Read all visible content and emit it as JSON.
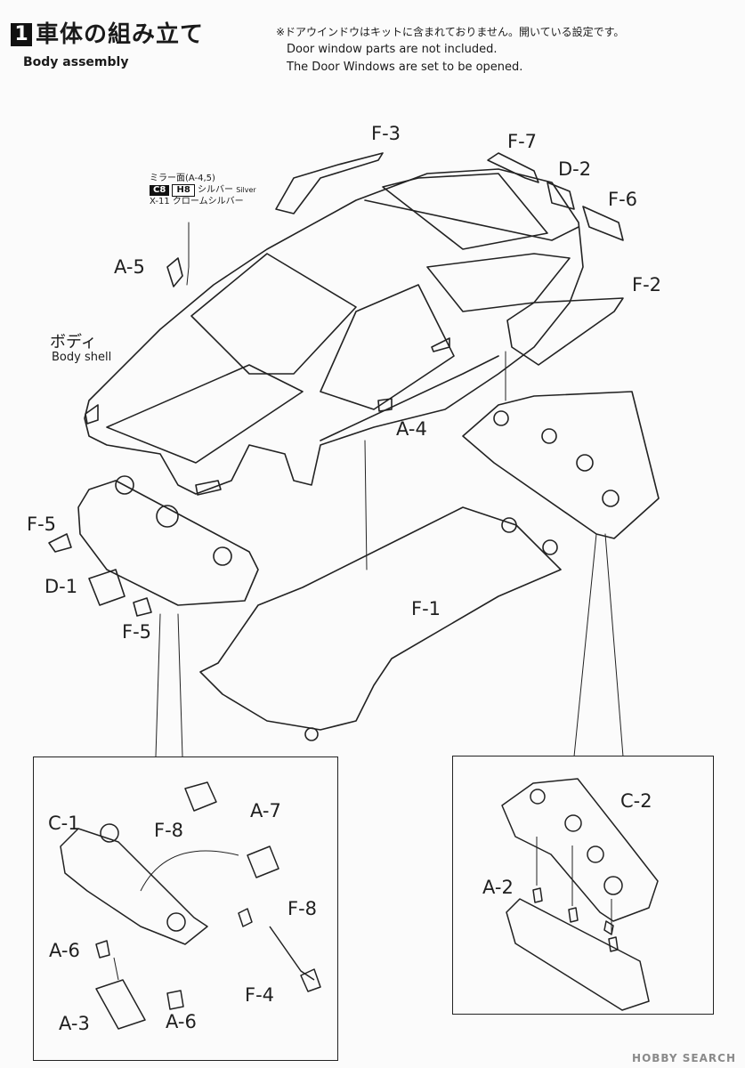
{
  "header": {
    "step_number": "1",
    "title_jp": "車体の組み立て",
    "title_en": "Body assembly"
  },
  "note": {
    "jp": "※ドアウインドウはキットに含まれておりません。開いている設定です。",
    "en1": "Door window parts are not included.",
    "en2": "The Door Windows are set to be opened."
  },
  "paint": {
    "title": "ミラー面(A-4,5)",
    "chip1": "C8",
    "chip2": "H8",
    "name1_jp": "シルバー",
    "name1_en": "Silver",
    "line2": "X-11 クロームシルバー"
  },
  "labels": {
    "f3": "F-3",
    "f7": "F-7",
    "d2": "D-2",
    "f6": "F-6",
    "a5": "A-5",
    "f2": "F-2",
    "body_jp": "ボディ",
    "body_en": "Body shell",
    "a4": "A-4",
    "f5a": "F-5",
    "d1": "D-1",
    "f5b": "F-5",
    "f1": "F-1",
    "c1": "C-1",
    "f8a": "F-8",
    "a7": "A-7",
    "f8b": "F-8",
    "a6a": "A-6",
    "f4": "F-4",
    "a3": "A-3",
    "a6b": "A-6",
    "c2": "C-2",
    "a2": "A-2"
  },
  "footer": {
    "brand": "HOBBY SEARCH"
  }
}
